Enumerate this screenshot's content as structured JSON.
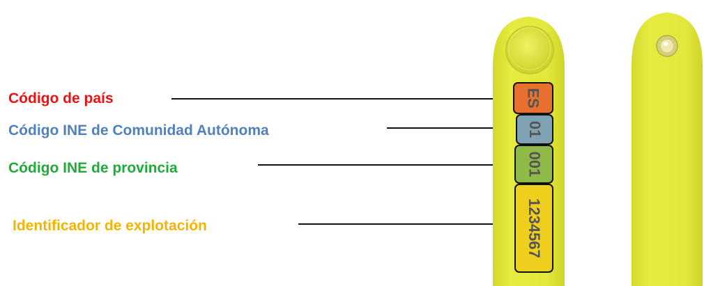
{
  "labels": {
    "country": "Código de país",
    "community": "Código INE de Comunidad Autónoma",
    "province": "Código INE de provincia",
    "farm": "Identificador de explotación"
  },
  "tag_codes": {
    "country": "ES",
    "community": "01",
    "province": "001",
    "farm": "1234567"
  },
  "colors": {
    "country": "#ee1111",
    "community": "#4f81bd",
    "province": "#1faa3a",
    "farm": "#f5b400",
    "tag_yellow": "#e3e83c",
    "seg_country": "#e8702e",
    "seg_community": "#7fa2b4",
    "seg_province": "#8fba48",
    "seg_farm": "#efcf1e"
  }
}
